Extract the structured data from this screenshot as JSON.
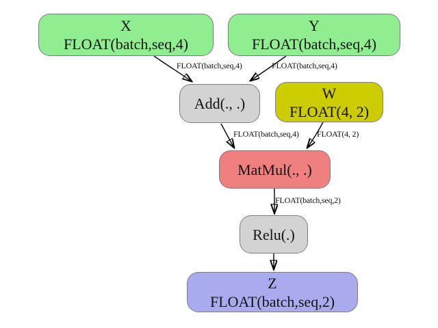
{
  "diagram": {
    "kind": "computation-graph",
    "background": "#ffffff",
    "edge_color": "#000000",
    "nodes": {
      "x": {
        "name": "X",
        "type": "FLOAT(batch,seq,4)",
        "fill": "#90EE90",
        "border": "#7d7d7d"
      },
      "y": {
        "name": "Y",
        "type": "FLOAT(batch,seq,4)",
        "fill": "#90EE90",
        "border": "#7d7d7d"
      },
      "add": {
        "name": "Add(., .)",
        "fill": "#D3D3D3",
        "border": "#7d7d7d"
      },
      "w": {
        "name": "W",
        "type": "FLOAT(4, 2)",
        "fill": "#CCCC00",
        "border": "#7d7d7d"
      },
      "matmul": {
        "name": "MatMul(., .)",
        "fill": "#F08080",
        "border": "#7d7d7d"
      },
      "relu": {
        "name": "Relu(.)",
        "fill": "#D3D3D3",
        "border": "#7d7d7d"
      },
      "z": {
        "name": "Z",
        "type": "FLOAT(batch,seq,2)",
        "fill": "#AAAAEE",
        "border": "#7d7d7d"
      }
    },
    "edges": {
      "x_add": {
        "from": "X",
        "to": "Add",
        "label": "FLOAT(batch,seq,4)"
      },
      "y_add": {
        "from": "Y",
        "to": "Add",
        "label": "FLOAT(batch,seq,4)"
      },
      "add_matmul": {
        "from": "Add",
        "to": "MatMul",
        "label": "FLOAT(batch,seq,4)"
      },
      "w_matmul": {
        "from": "W",
        "to": "MatMul",
        "label": "FLOAT(4, 2)"
      },
      "matmul_relu": {
        "from": "MatMul",
        "to": "Relu",
        "label": "FLOAT(batch,seq,2)"
      },
      "relu_z": {
        "from": "Relu",
        "to": "Z",
        "label": ""
      }
    }
  }
}
